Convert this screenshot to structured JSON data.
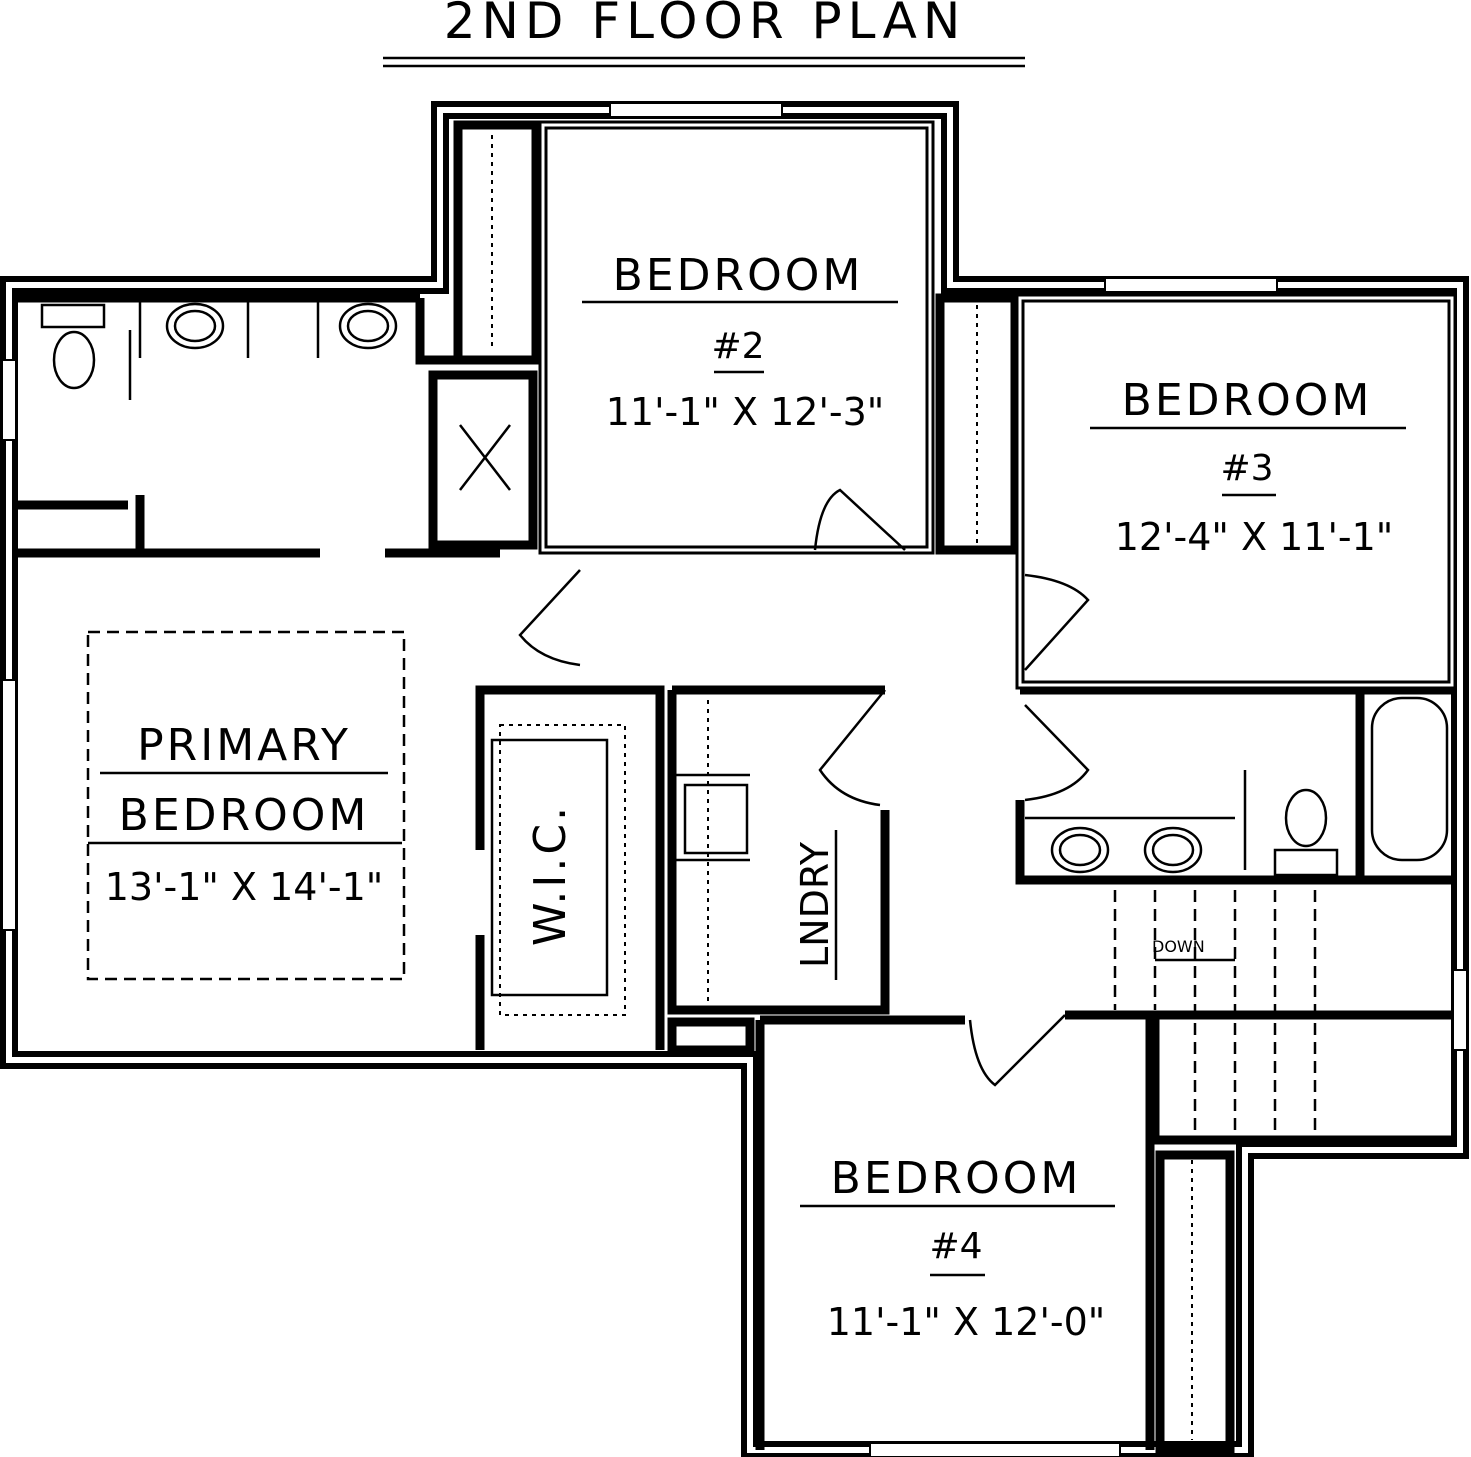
{
  "title": "2ND FLOOR PLAN",
  "rooms": {
    "bedroom2": {
      "name": "BEDROOM",
      "number": "#2",
      "size": "11'-1\" X 12'-3\""
    },
    "bedroom3": {
      "name": "BEDROOM",
      "number": "#3",
      "size": "12'-4\" X 11'-1\""
    },
    "primary": {
      "name_line1": "PRIMARY",
      "name_line2": "BEDROOM",
      "size": "13'-1\" X 14'-1\""
    },
    "wic": {
      "name": "W.I.C."
    },
    "laundry": {
      "name": "LNDRY"
    },
    "stairs": {
      "label": "DOWN"
    },
    "bedroom4": {
      "name": "BEDROOM",
      "number": "#4",
      "size": "11'-1\" X 12'-0\""
    }
  }
}
